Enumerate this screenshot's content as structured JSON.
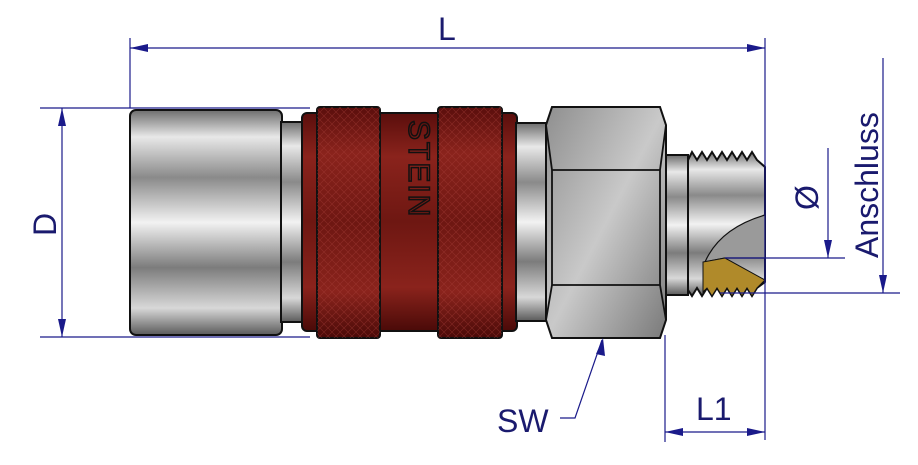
{
  "title": "Kupplungsdose Abmessungen",
  "labels": {
    "length": "L",
    "diameter": "D",
    "wrench_size": "SW",
    "thread_length": "L1",
    "bore": "Ø",
    "connection": "Anschluss"
  },
  "logo_text": "STEIN",
  "colors": {
    "dimension": "#1a1a8a",
    "body_red": "#7a1a16",
    "brass": "#b08a2a"
  }
}
